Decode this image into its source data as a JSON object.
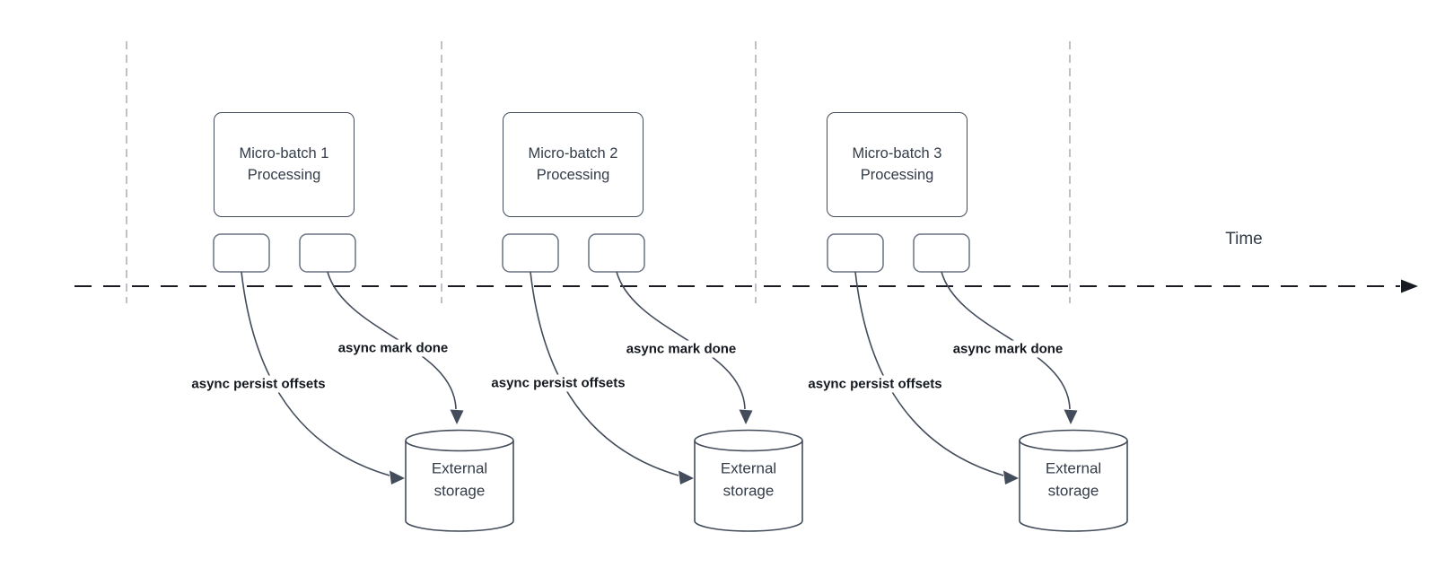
{
  "diagram": {
    "time_axis_label": "Time",
    "sections": [
      {
        "title": "Micro-batch 1 Processing",
        "persist_label": "async persist offsets",
        "done_label": "async mark done",
        "storage_label": "External storage"
      },
      {
        "title": "Micro-batch 2 Processing",
        "persist_label": "async persist offsets",
        "done_label": "async mark done",
        "storage_label": "External storage"
      },
      {
        "title": "Micro-batch 3 Processing",
        "persist_label": "async persist offsets",
        "done_label": "async mark done",
        "storage_label": "External storage"
      }
    ],
    "colors": {
      "stroke": "#434c5a",
      "smallstroke": "#6a7280",
      "guide": "#a8adb3",
      "timeline": "#181c22",
      "label": "#14181f",
      "text": "#343c48"
    }
  }
}
